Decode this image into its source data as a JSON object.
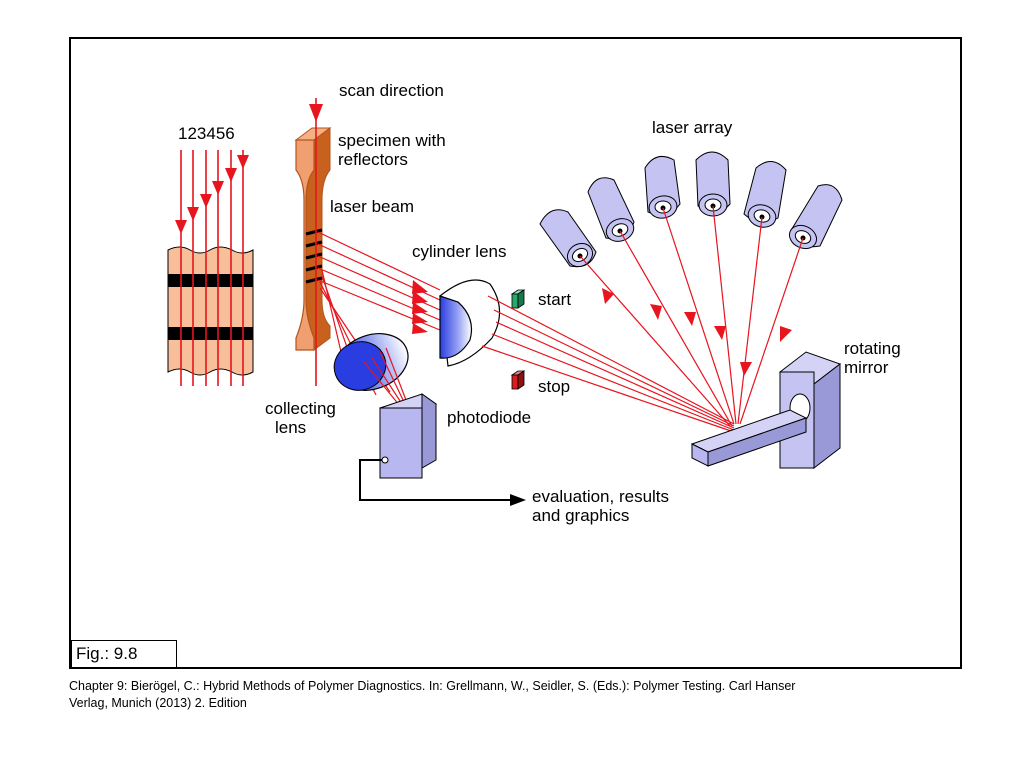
{
  "figure": {
    "labels": {
      "numbers": "123456",
      "scan_direction": "scan direction",
      "specimen_line1": "specimen with",
      "specimen_line2": "reflectors",
      "laser_beam": "laser beam",
      "laser_array": "laser array",
      "cylinder_lens": "cylinder lens",
      "start": "start",
      "stop": "stop",
      "rotating_line1": "rotating",
      "rotating_line2": "mirror",
      "collecting_line1": "collecting",
      "collecting_line2": "lens",
      "photodiode": "photodiode",
      "evaluation_line1": "evaluation, results",
      "evaluation_line2": "and graphics"
    },
    "fig_label": "Fig.: 9.8",
    "caption_line1": "Chapter 9: Bierögel, C.: Hybrid Methods of Polymer Diagnostics. In: Grellmann, W., Seidler, S. (Eds.): Polymer Testing. Carl Hanser",
    "caption_line2": "Verlag, Munich (2013) 2. Edition"
  },
  "colors": {
    "beam": "#e8141e",
    "specimen": "#f0a070",
    "specimen_edge": "#b3541c",
    "strip": "#f7c09a",
    "laser_body": "#c4c3f2",
    "lens": "#2a3de0",
    "start_marker": "#2aa86b",
    "stop_marker": "#d91e1e",
    "mirror": "#c4c3f2"
  }
}
